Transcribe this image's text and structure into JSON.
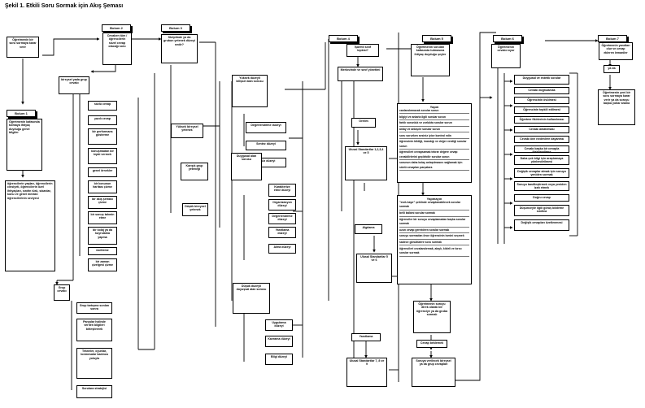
{
  "title": "Şekil 1. Etkili Soru Sormak için Akış Şeması",
  "steps": [
    "Bolum 1",
    "Bolum 2",
    "Bolum 3",
    "Bolum 4",
    "Bolum 5",
    "Bolum 6",
    "Bolum 7"
  ],
  "s1": {
    "start": "Öğretmenin bir soru sormaya karar verir",
    "main": "Öğretmenin kafasında tutmaya ihtiyaç duyduğu genel bilgiler",
    "detail": "öğrencilerin yaşları, öğrencilerin cinsiyeti, öğrencilerin özel ihtiyaçları, sınıfın türü, sıkanlar, konu ve genel meraklı öğrencilerinin seviyesi"
  },
  "s2": {
    "q": "Cevaben tüm / öğrencilerin sözel cevap olacağı soru",
    "individual": "bireysel yada grup cevabı",
    "ind_items": [
      "sözlü cevap",
      "yazılı cevap",
      "bir performans gösterme",
      "konuşmadan bir tepki vermek",
      "genel örnekler",
      "bir konunun haritası çizme",
      "bir akış şeması çizme",
      "bir sonuç tahmin etme",
      "bir kolaj ya da kuyrulama yapma",
      "özetleme",
      "bir zaman çizelgesi çizme"
    ],
    "group": "Grup cevabı",
    "grp_items": [
      "Grup tartışma sonları sonra",
      "Parçalar halinde verilen bilgileri birleştirerek",
      "Tekneler, oyunlar, tonmesalar kadınca yoluyla",
      "Sorulara stratejisi"
    ]
  },
  "s3": {
    "q": "Skriptinde ya da grubun yetenek düzeyi nedir?",
    "high": "Yüksek bireysel yetenek",
    "mixed": "Karışık grup yeteneği",
    "low": "Düşük bireysel yetenek",
    "high_level": "Yüksek düzeyli bilişsel alan sorusu",
    "high_items": [
      "Değerlendirme düzeyi",
      "Sentez düzeyi",
      "Analiz düzeyi"
    ],
    "mid_level": "Duygusal alan sorusu",
    "mid_items": [
      "Karakterize etme düzeyi",
      "Organizasyon düzeyi",
      "Değerlendirme düzeyi",
      "Yanıtlama düzeyi",
      "Alma düzeyi"
    ],
    "low_level": "Düşük düzeyli duyuşsal alan sorusu",
    "low_items": [
      "Uygulama düzeyi",
      "Kavrama düzeyi",
      "Bilgi düzeyi"
    ]
  },
  "s4": {
    "q": "İşaretli sınıf tepkisi?",
    "grade_q": "Merkezinde ve sınıf yönetimi",
    "middle": "Orelim",
    "middle_std": "Ulusal Standartlar 1,2,3,4 ve 5",
    "apply": "Algılama",
    "apply_std": "Ulusal Standartlar 5 ve 6",
    "answer": "Yanıtlama",
    "answer_std": "Ulusal Standartlar 7, 8 ve 9"
  },
  "s5": {
    "main": "Öğretmenin soruları kafasında tutmasına ihtiyaç duyduğu şeyler",
    "do": "Yapın",
    "do_items": [
      "canlandırmacak sorular sorun",
      "bilgiyi ve anlarla ilgili sorular sorun",
      "farklı sorunluk ve zorlukta sorular sorun",
      "anlay ve anlaşılır sorular sorun",
      "soru sorurken sesiniz iyice kontrol edin",
      "öğrencinin bildiği, inandığı ve değer verdiği sorular sorun",
      "öğrencileri cevapsamak tekrar değere cevap cevabilirlerini geçilebilir sorular sorun",
      "sorunun daha kolay anlaşılmasını sağlamak için sözlü cevapları parçalara"
    ],
    "dont": "Yapmayın",
    "dont_items": [
      "\"evet-hayır\" şeklinde cevaplanabilecek sorular sormak",
      "belli kalbini sorular sormak",
      "öğrenciler bir soruyu cevaplamadan başka sorular sormak",
      "uzun cevap gerektiren sorular sormak",
      "soruyu sormadan önce öğrencinin ismini seçmek",
      "sadece gönüllülere soru sormak",
      "öğrencileri cezalandırmak, alaylı, kibirli ve kırıcı sorular sormak"
    ],
    "direct": "Öğretmenin soruyu direk olarak bir öğrenciye ya da gruba sormalı",
    "wait": "Cevap beklemek",
    "answers": "Soruya verilecek bireysel ya da grup cevapları"
  },
  "s6": {
    "main": "Öğretmenin cevabı nıyor",
    "items": [
      "Duygusal ve estetik sorular",
      "Cevabı doğrulamak",
      "Öğrencinin övülmesi",
      "Öğrencinin tepkili edilmesi",
      "Öğretme fikirlerinin kullanılması",
      "Cevabı anlatılması",
      "Cevabı öne nedenlere dayanma",
      "Cevabı başka bir cevapla ilişkilendirme",
      "Daha çok bilgi için araştırmaya yönlendirilmesi",
      "Değişik cevaplar almak için soruyu yeniden sormak",
      "Soruyu basitleştirmek veya yeniden izah etmek",
      "Doğru cevap",
      "Düşünceyle ilgili görüş bildirme sınıfına",
      "Değişik cevapları özetlenmesi"
    ]
  },
  "s7": {
    "main": "Öğretmenin yanıtları olur ve cevap ekleren lemaniler",
    "yes": "ya da",
    "new_q": "Öğretmenin yeni bir soru sormaya karar verir ya da soruyu başka yollar arama"
  }
}
